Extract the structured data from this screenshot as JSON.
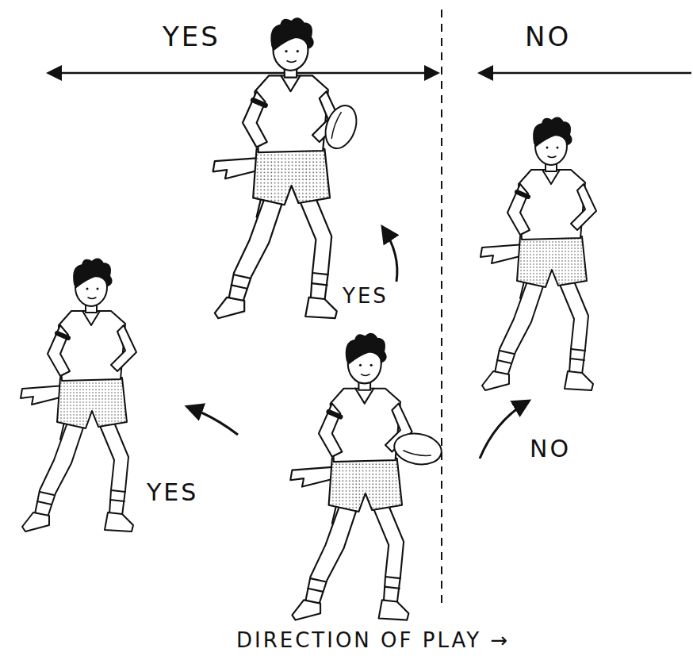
{
  "diagram": {
    "labels": [
      "YES",
      "NO",
      "YES",
      "NO",
      "YES",
      "DIRECTION OF PLAY →"
    ]
  }
}
